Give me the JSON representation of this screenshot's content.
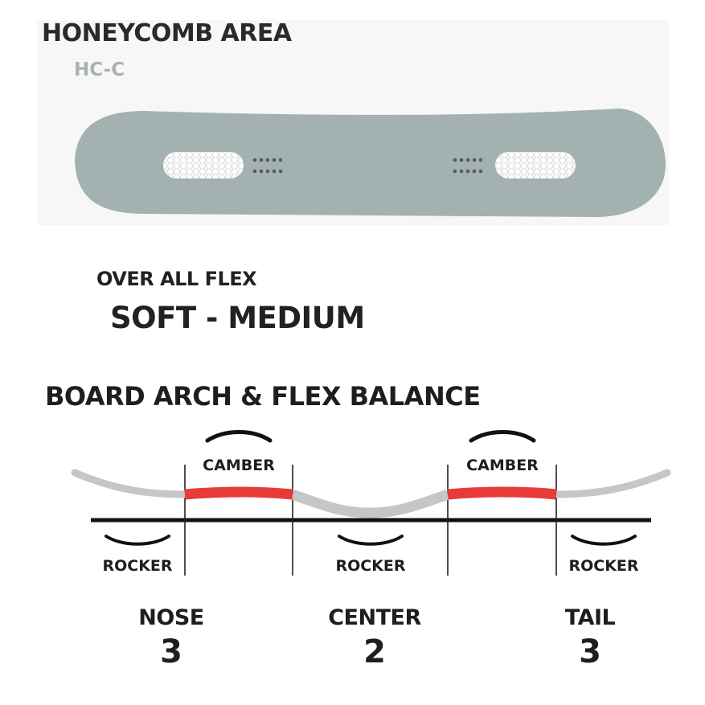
{
  "header": {
    "title": "HONEYCOMB AREA",
    "code": "HC-C"
  },
  "flex": {
    "label": "OVER ALL FLEX",
    "value": "SOFT - MEDIUM"
  },
  "balance": {
    "title": "BOARD ARCH & FLEX BALANCE",
    "camber_label": "CAMBER",
    "rocker_label": "ROCKER",
    "zones": [
      {
        "name": "NOSE",
        "value": "3"
      },
      {
        "name": "CENTER",
        "value": "2"
      },
      {
        "name": "TAIL",
        "value": "3"
      }
    ]
  },
  "colors": {
    "board": "#a3b1b0",
    "camber": "#e93a3a",
    "rocker": "#c5c6c8",
    "ground": "#111111"
  }
}
